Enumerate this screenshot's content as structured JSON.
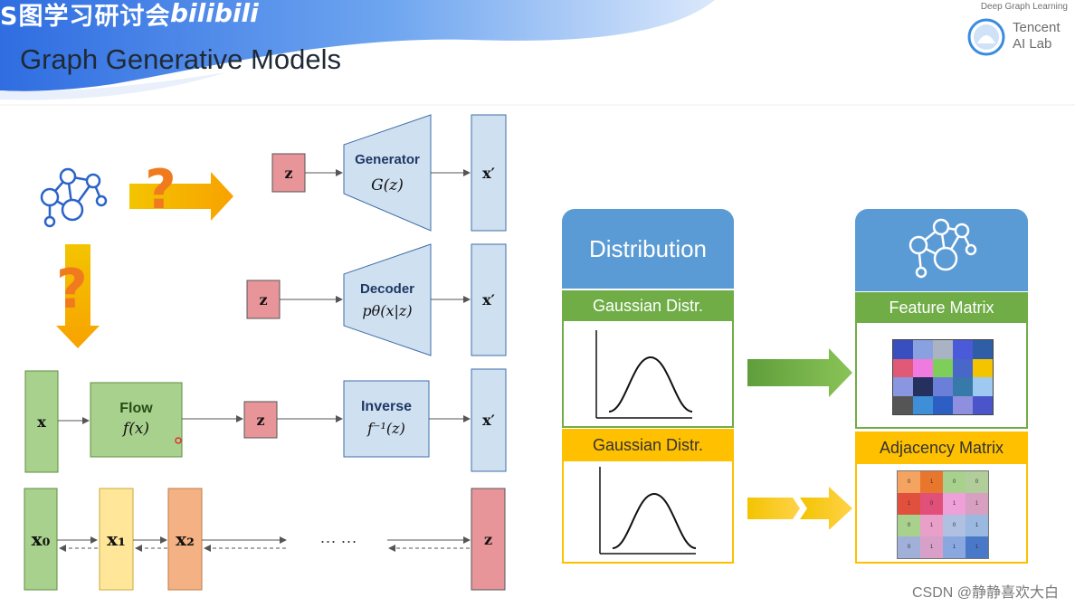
{
  "banner": {
    "text": "S图学习研讨会",
    "logo": "bilibili"
  },
  "slide": {
    "title": "Graph Generative Models"
  },
  "brand": {
    "tagline": "Deep Graph Learning",
    "line1": "Tencent",
    "line2": "AI Lab"
  },
  "watermark": "CSDN @静静喜欢大白",
  "diagram": {
    "z": "z",
    "x_prime": "x′",
    "x": "x",
    "generator": {
      "title": "Generator",
      "formula": "G(z)"
    },
    "decoder": {
      "title": "Decoder",
      "formula": "pθ(x|z)"
    },
    "flow": {
      "title": "Flow",
      "formula": "f(x)"
    },
    "inverse": {
      "title": "Inverse",
      "formula": "f⁻¹(z)"
    },
    "x0": "x₀",
    "x1": "x₁",
    "x2": "x₂",
    "dots": "··· ···",
    "question": "?"
  },
  "distribution": {
    "title": "Distribution",
    "gauss1": "Gaussian Distr.",
    "gauss2": "Gaussian Distr."
  },
  "output": {
    "feature": "Feature Matrix",
    "adjacency": "Adjacency Matrix",
    "adj_values": [
      [
        "0",
        "1",
        "0",
        "0"
      ],
      [
        "1",
        "0",
        "1",
        "1"
      ],
      [
        "0",
        "1",
        "0",
        "1"
      ],
      [
        "0",
        "1",
        "1",
        "1"
      ]
    ]
  },
  "colors": {
    "blue_head": "#5b9bd5",
    "green": "#70ad47",
    "gold": "#ffc000",
    "z_box": "#e8959a",
    "panel_blue": "#cfe0f1",
    "flow_green": "#a9d18e"
  }
}
